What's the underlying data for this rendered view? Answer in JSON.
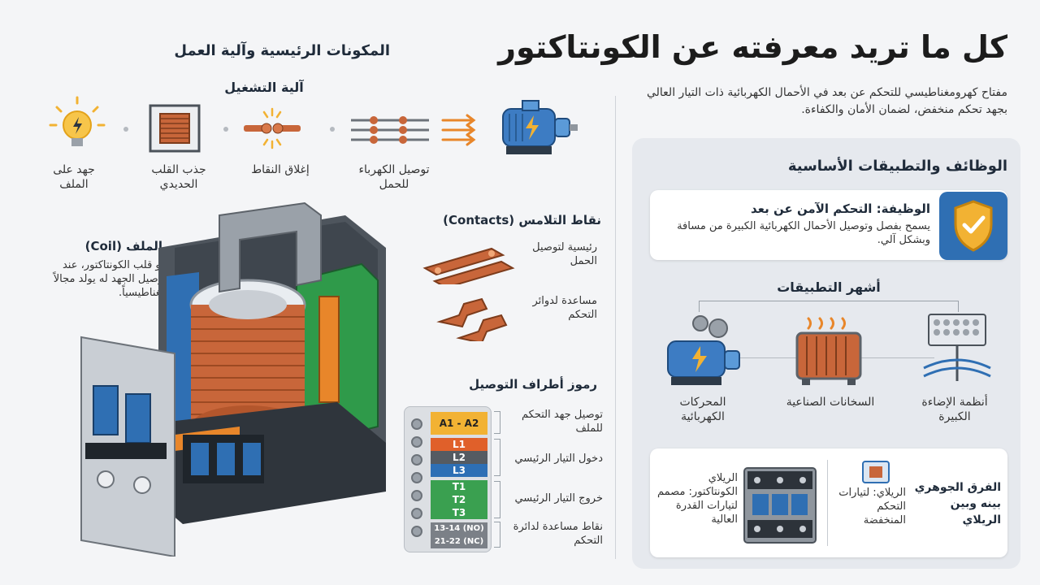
{
  "title": "كل ما تريد معرفته عن الكونتاكتور",
  "subtitle": "مفتاح كهرومغناطيسي للتحكم عن بعد في الأحمال الكهربائية ذات التيار العالي بجهد تحكم منخفض، لضمان الأمان والكفاءة.",
  "components": {
    "heading": "المكونات الرئيسية وآلية العمل",
    "mechanism": {
      "heading": "آلية التشغيل",
      "steps": [
        {
          "label": "جهد على الملف",
          "icon": "bulb-icon"
        },
        {
          "label": "جذب القلب الحديدي",
          "icon": "iron-core-icon"
        },
        {
          "label": "إغلاق النقاط",
          "icon": "contacts-close-icon"
        },
        {
          "label": "توصيل الكهرباء للحمل",
          "icon": "power-flow-icon"
        }
      ]
    },
    "coil": {
      "title": "الملف (Coil)",
      "text": "هو قلب الكونتاكتور، عند توصيل الجهد له يولد مجالاً مغناطيسياً."
    },
    "contacts": {
      "title": "نقاط التلامس (Contacts)",
      "main": "رئيسية لتوصيل الحمل",
      "aux": "مساعدة لدوائر التحكم"
    },
    "terminals": {
      "title": "رموز أطراف التوصيل",
      "codes": [
        "A1 - A2",
        "L1",
        "L2",
        "L3",
        "T1",
        "T2",
        "T3",
        "13-14 (NO)",
        "21-22 (NC)"
      ],
      "descriptions": [
        "توصيل جهد التحكم للملف",
        "دخول التيار الرئيسي",
        "خروج التيار الرئيسي",
        "نقاط مساعدة لدائرة التحكم"
      ]
    }
  },
  "functions": {
    "heading": "الوظائف والتطبيقات الأساسية",
    "function_card": {
      "title": "الوظيفة: التحكم الآمن عن بعد",
      "text": "يسمح بفصل وتوصيل الأحمال الكهربائية الكبيرة من مسافة وبشكل آلي."
    },
    "applications": {
      "heading": "أشهر التطبيقات",
      "items": [
        {
          "label": "أنظمة الإضاءة الكبيرة",
          "icon": "stadium-lights-icon"
        },
        {
          "label": "السخانات الصناعية",
          "icon": "industrial-heater-icon"
        },
        {
          "label": "المحركات الكهربائية",
          "icon": "electric-motor-icon"
        }
      ]
    },
    "comparison": {
      "title": "الفرق الجوهري بينه وبين الريلاي",
      "relay": "الريلاي: لتيارات التحكم المنخفضة",
      "contactor": "الريلاي الكونتاكتور: مصمم لتيارات القدرة العالية"
    }
  },
  "colors": {
    "accent_orange": "#e8862a",
    "blue": "#2f6fb3",
    "a_cell": "#f2b233",
    "l_cell_1": "#e0602a",
    "l_cell_2": "#555b62",
    "l_cell_3": "#2d6fb5",
    "t_cell": "#3aa050",
    "aux_cell": "#7b8087"
  }
}
